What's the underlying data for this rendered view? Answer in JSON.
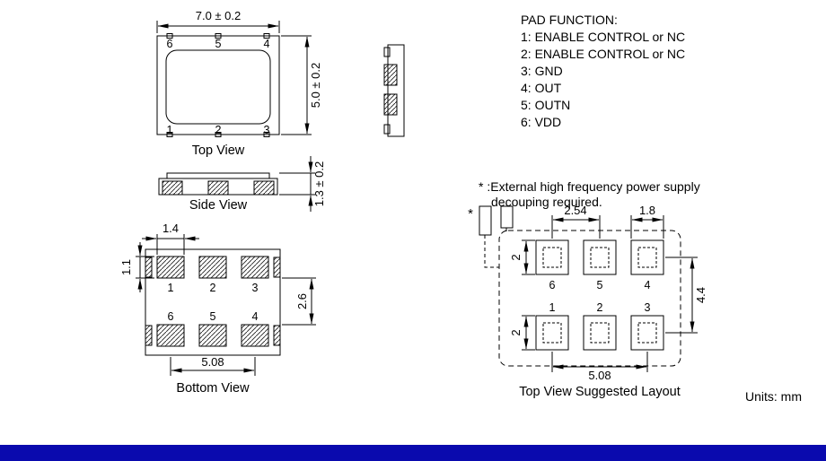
{
  "pad_function": {
    "title": "PAD FUNCTION:",
    "items": [
      "1: ENABLE CONTROL or NC",
      "2: ENABLE CONTROL or NC",
      "3: GND",
      "4: OUT",
      "5: OUTN",
      "6: VDD"
    ]
  },
  "note": {
    "line1": "* :External high frequency power supply",
    "line2": "decouping required.",
    "marker": "*"
  },
  "units_label": "Units: mm",
  "top_view": {
    "label": "Top View",
    "dim_width": "7.0 ± 0.2",
    "dim_height": "5.0 ± 0.2",
    "pins_top": [
      "6",
      "5",
      "4"
    ],
    "pins_bottom": [
      "1",
      "2",
      "3"
    ]
  },
  "side_view": {
    "label": "Side View",
    "dim_thickness": "1.3 ± 0.2"
  },
  "bottom_view": {
    "label": "Bottom View",
    "dim_pad_width": "1.4",
    "dim_pad_height": "1.1",
    "dim_row_gap": "2.6",
    "dim_pitch": "5.08",
    "pins_row_upper": [
      "1",
      "2",
      "3"
    ],
    "pins_row_lower": [
      "6",
      "5",
      "4"
    ]
  },
  "layout_view": {
    "label": "Top View Suggested Layout",
    "dim_pitch_x": "2.54",
    "dim_pad_width": "1.8",
    "dim_pad_height_top": "2",
    "dim_pad_height_bottom": "2",
    "dim_row_pitch": "4.4",
    "dim_span": "5.08",
    "pins_top": [
      "6",
      "5",
      "4"
    ],
    "pins_bottom": [
      "1",
      "2",
      "3"
    ],
    "marker": "*"
  },
  "colors": {
    "line": "#000000",
    "footer_bar": "#0a0aae",
    "background": "#ffffff"
  }
}
